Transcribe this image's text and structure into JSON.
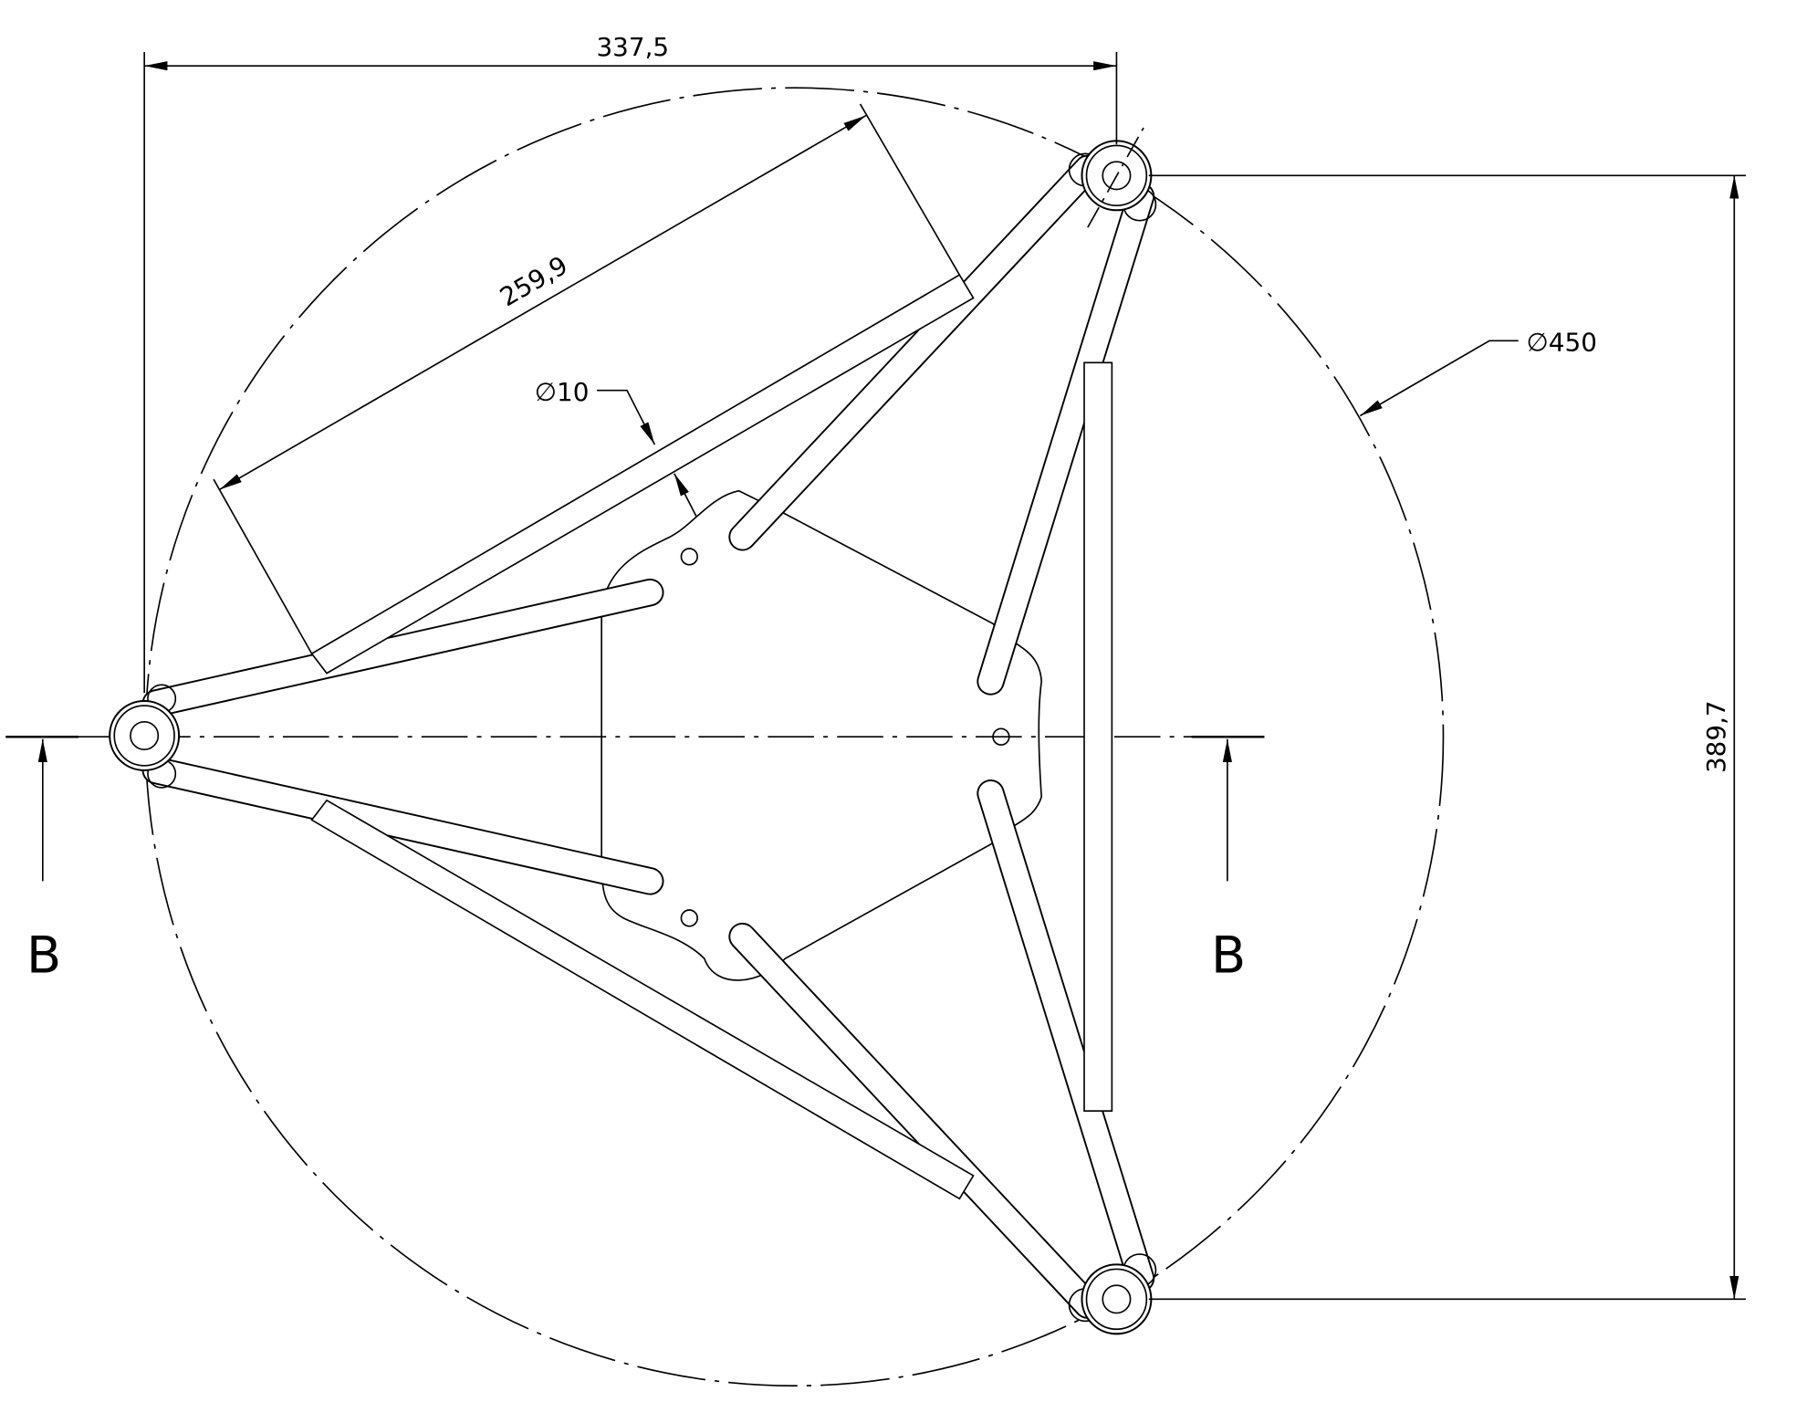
{
  "dimensions": {
    "width_top": "337,5",
    "height_right": "389,7",
    "strut_length": "259,9",
    "circle_diameter": "∅450",
    "tube_diameter": "∅10"
  },
  "section_labels": {
    "left": "B",
    "right": "B"
  },
  "colors": {
    "line": "#000000",
    "background": "#ffffff"
  }
}
